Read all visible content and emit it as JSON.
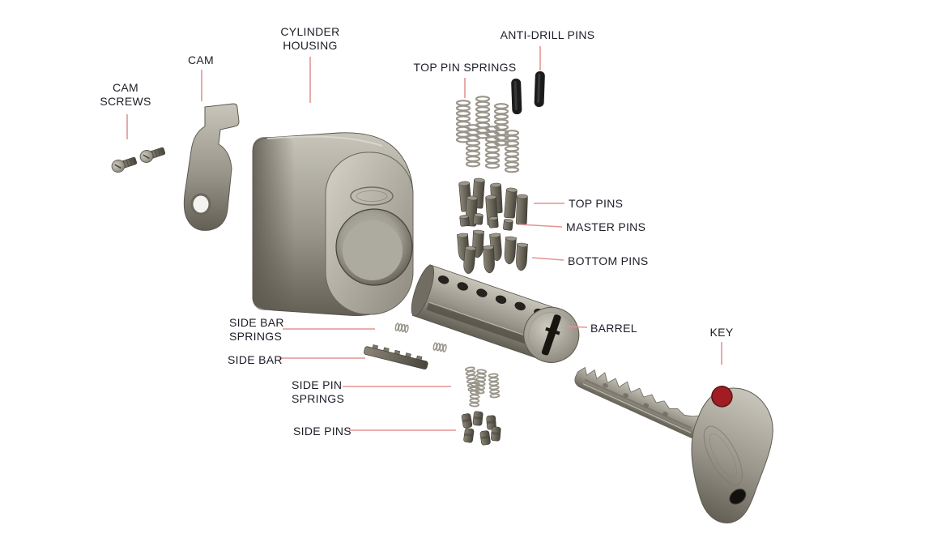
{
  "style": {
    "page_bg": "#ffffff",
    "label_color": "#1d1d28",
    "leader_color": "#e39494",
    "metal_light": "#c8c5ba",
    "metal_mid": "#99958a",
    "metal_dark": "#635f55",
    "anti_drill_color": "#1b1b1b",
    "key_dot_color": "#a01e23"
  },
  "labels": {
    "cam_screws": {
      "line1": "CAM",
      "line2": "SCREWS"
    },
    "cam": {
      "line1": "CAM"
    },
    "cylinder_housing": {
      "line1": "CYLINDER",
      "line2": "HOUSING"
    },
    "top_pin_springs": {
      "line1": "TOP PIN SPRINGS"
    },
    "anti_drill_pins": {
      "line1": "ANTI-DRILL PINS"
    },
    "top_pins": {
      "line1": "TOP PINS"
    },
    "master_pins": {
      "line1": "MASTER PINS"
    },
    "bottom_pins": {
      "line1": "BOTTOM PINS"
    },
    "barrel": {
      "line1": "BARREL"
    },
    "key": {
      "line1": "KEY"
    },
    "side_bar_springs": {
      "line1": "SIDE BAR",
      "line2": "SPRINGS"
    },
    "side_bar": {
      "line1": "SIDE BAR"
    },
    "side_pin_springs": {
      "line1": "SIDE PIN",
      "line2": "SPRINGS"
    },
    "side_pins": {
      "line1": "SIDE PINS"
    }
  }
}
